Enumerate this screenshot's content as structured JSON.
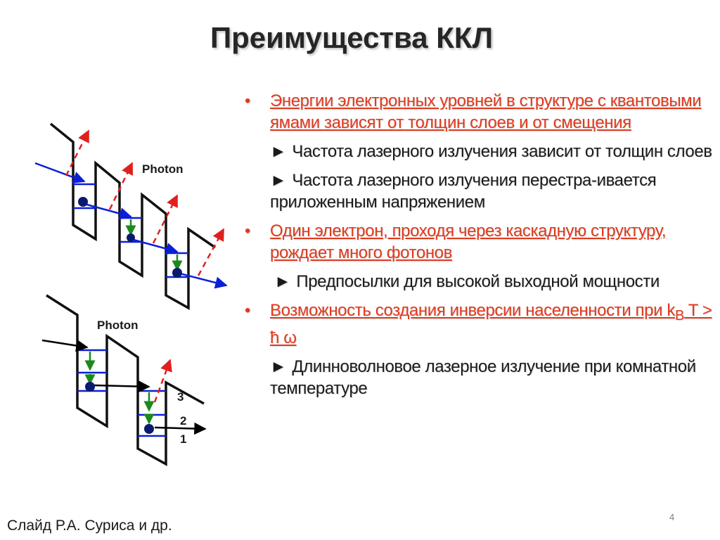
{
  "slide": {
    "title": "Преимущества ККЛ",
    "page_number": "4",
    "footer": "Слайд  Р.А. Суриса и др."
  },
  "diagram": {
    "top_label": "Photon",
    "bottom_label": "Photon",
    "level_3": "3",
    "level_2": "2",
    "level_1": "1"
  },
  "bullets": [
    {
      "text": "Энергии электронных уровней в структуре  с квантовыми ямами зависят от толщин слоев и от смещения",
      "subs": [
        "Частота лазерного излучения зависит от толщин слоев",
        "Частота лазерного излучения перестра-ивается приложенным напряжением"
      ]
    },
    {
      "text": "Один электрон, проходя через каскадную структуру,  рождает много фотонов",
      "subs": [
        "Предпосылки для высокой выходной мощности"
      ]
    },
    {
      "text_prefix": "Возможность создания инверсии населенности при k",
      "text_sub": "B",
      "text_suffix": " T > ћ ω",
      "subs": [
        "Длинноволновое лазерное излучение при комнатной температуре"
      ]
    }
  ],
  "colors": {
    "bullet_red": "#e03a1e",
    "arrow_blue": "#0b1fd6",
    "photon_red": "#e0201e",
    "transition_green": "#1a8a1a",
    "electron_navy": "#0a1a6e"
  }
}
